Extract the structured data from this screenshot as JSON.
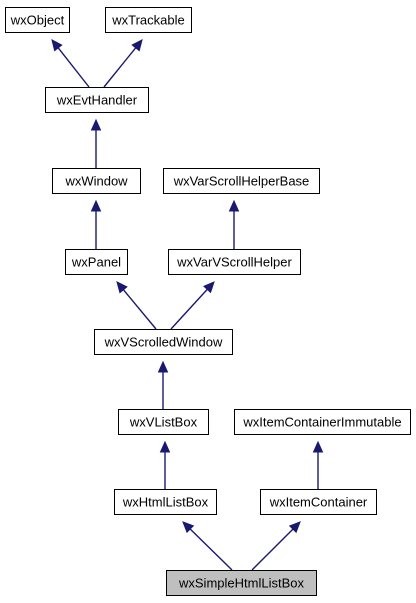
{
  "diagram": {
    "nodes": [
      {
        "id": "wxObject",
        "label": "wxObject"
      },
      {
        "id": "wxTrackable",
        "label": "wxTrackable"
      },
      {
        "id": "wxEvtHandler",
        "label": "wxEvtHandler"
      },
      {
        "id": "wxWindow",
        "label": "wxWindow"
      },
      {
        "id": "wxVarScrollHelperBase",
        "label": "wxVarScrollHelperBase"
      },
      {
        "id": "wxPanel",
        "label": "wxPanel"
      },
      {
        "id": "wxVarVScrollHelper",
        "label": "wxVarVScrollHelper"
      },
      {
        "id": "wxVScrolledWindow",
        "label": "wxVScrolledWindow"
      },
      {
        "id": "wxVListBox",
        "label": "wxVListBox"
      },
      {
        "id": "wxItemContainerImmutable",
        "label": "wxItemContainerImmutable"
      },
      {
        "id": "wxHtmlListBox",
        "label": "wxHtmlListBox"
      },
      {
        "id": "wxItemContainer",
        "label": "wxItemContainer"
      },
      {
        "id": "wxSimpleHtmlListBox",
        "label": "wxSimpleHtmlListBox",
        "highlighted": true
      }
    ],
    "edges": [
      {
        "from": "wxEvtHandler",
        "to": "wxObject"
      },
      {
        "from": "wxEvtHandler",
        "to": "wxTrackable"
      },
      {
        "from": "wxWindow",
        "to": "wxEvtHandler"
      },
      {
        "from": "wxPanel",
        "to": "wxWindow"
      },
      {
        "from": "wxVarVScrollHelper",
        "to": "wxVarScrollHelperBase"
      },
      {
        "from": "wxVScrolledWindow",
        "to": "wxPanel"
      },
      {
        "from": "wxVScrolledWindow",
        "to": "wxVarVScrollHelper"
      },
      {
        "from": "wxVListBox",
        "to": "wxVScrolledWindow"
      },
      {
        "from": "wxHtmlListBox",
        "to": "wxVListBox"
      },
      {
        "from": "wxItemContainer",
        "to": "wxItemContainerImmutable"
      },
      {
        "from": "wxSimpleHtmlListBox",
        "to": "wxHtmlListBox"
      },
      {
        "from": "wxSimpleHtmlListBox",
        "to": "wxItemContainer"
      }
    ],
    "colors": {
      "edge": "#191970",
      "highlight_fill": "#bfbfbf",
      "box_stroke": "#000000"
    }
  }
}
